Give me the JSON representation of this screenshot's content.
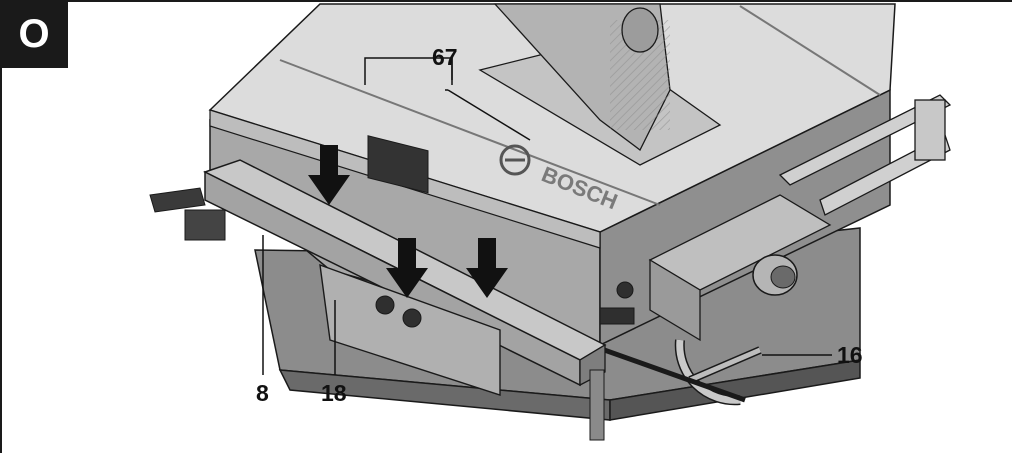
{
  "figure": {
    "badge_letter": "O",
    "brand_text": "BOSCH",
    "callouts": {
      "c67": "67",
      "c8": "8",
      "c18": "18",
      "c16": "16"
    }
  },
  "colors": {
    "badge_bg": "#1a1a1a",
    "table_top": "#d8d8d8",
    "body_mid": "#9a9a9a",
    "body_dark": "#555555",
    "outline": "#1a1a1a"
  },
  "icons": [
    "down-arrow-icon",
    "bosch-logo-icon"
  ]
}
